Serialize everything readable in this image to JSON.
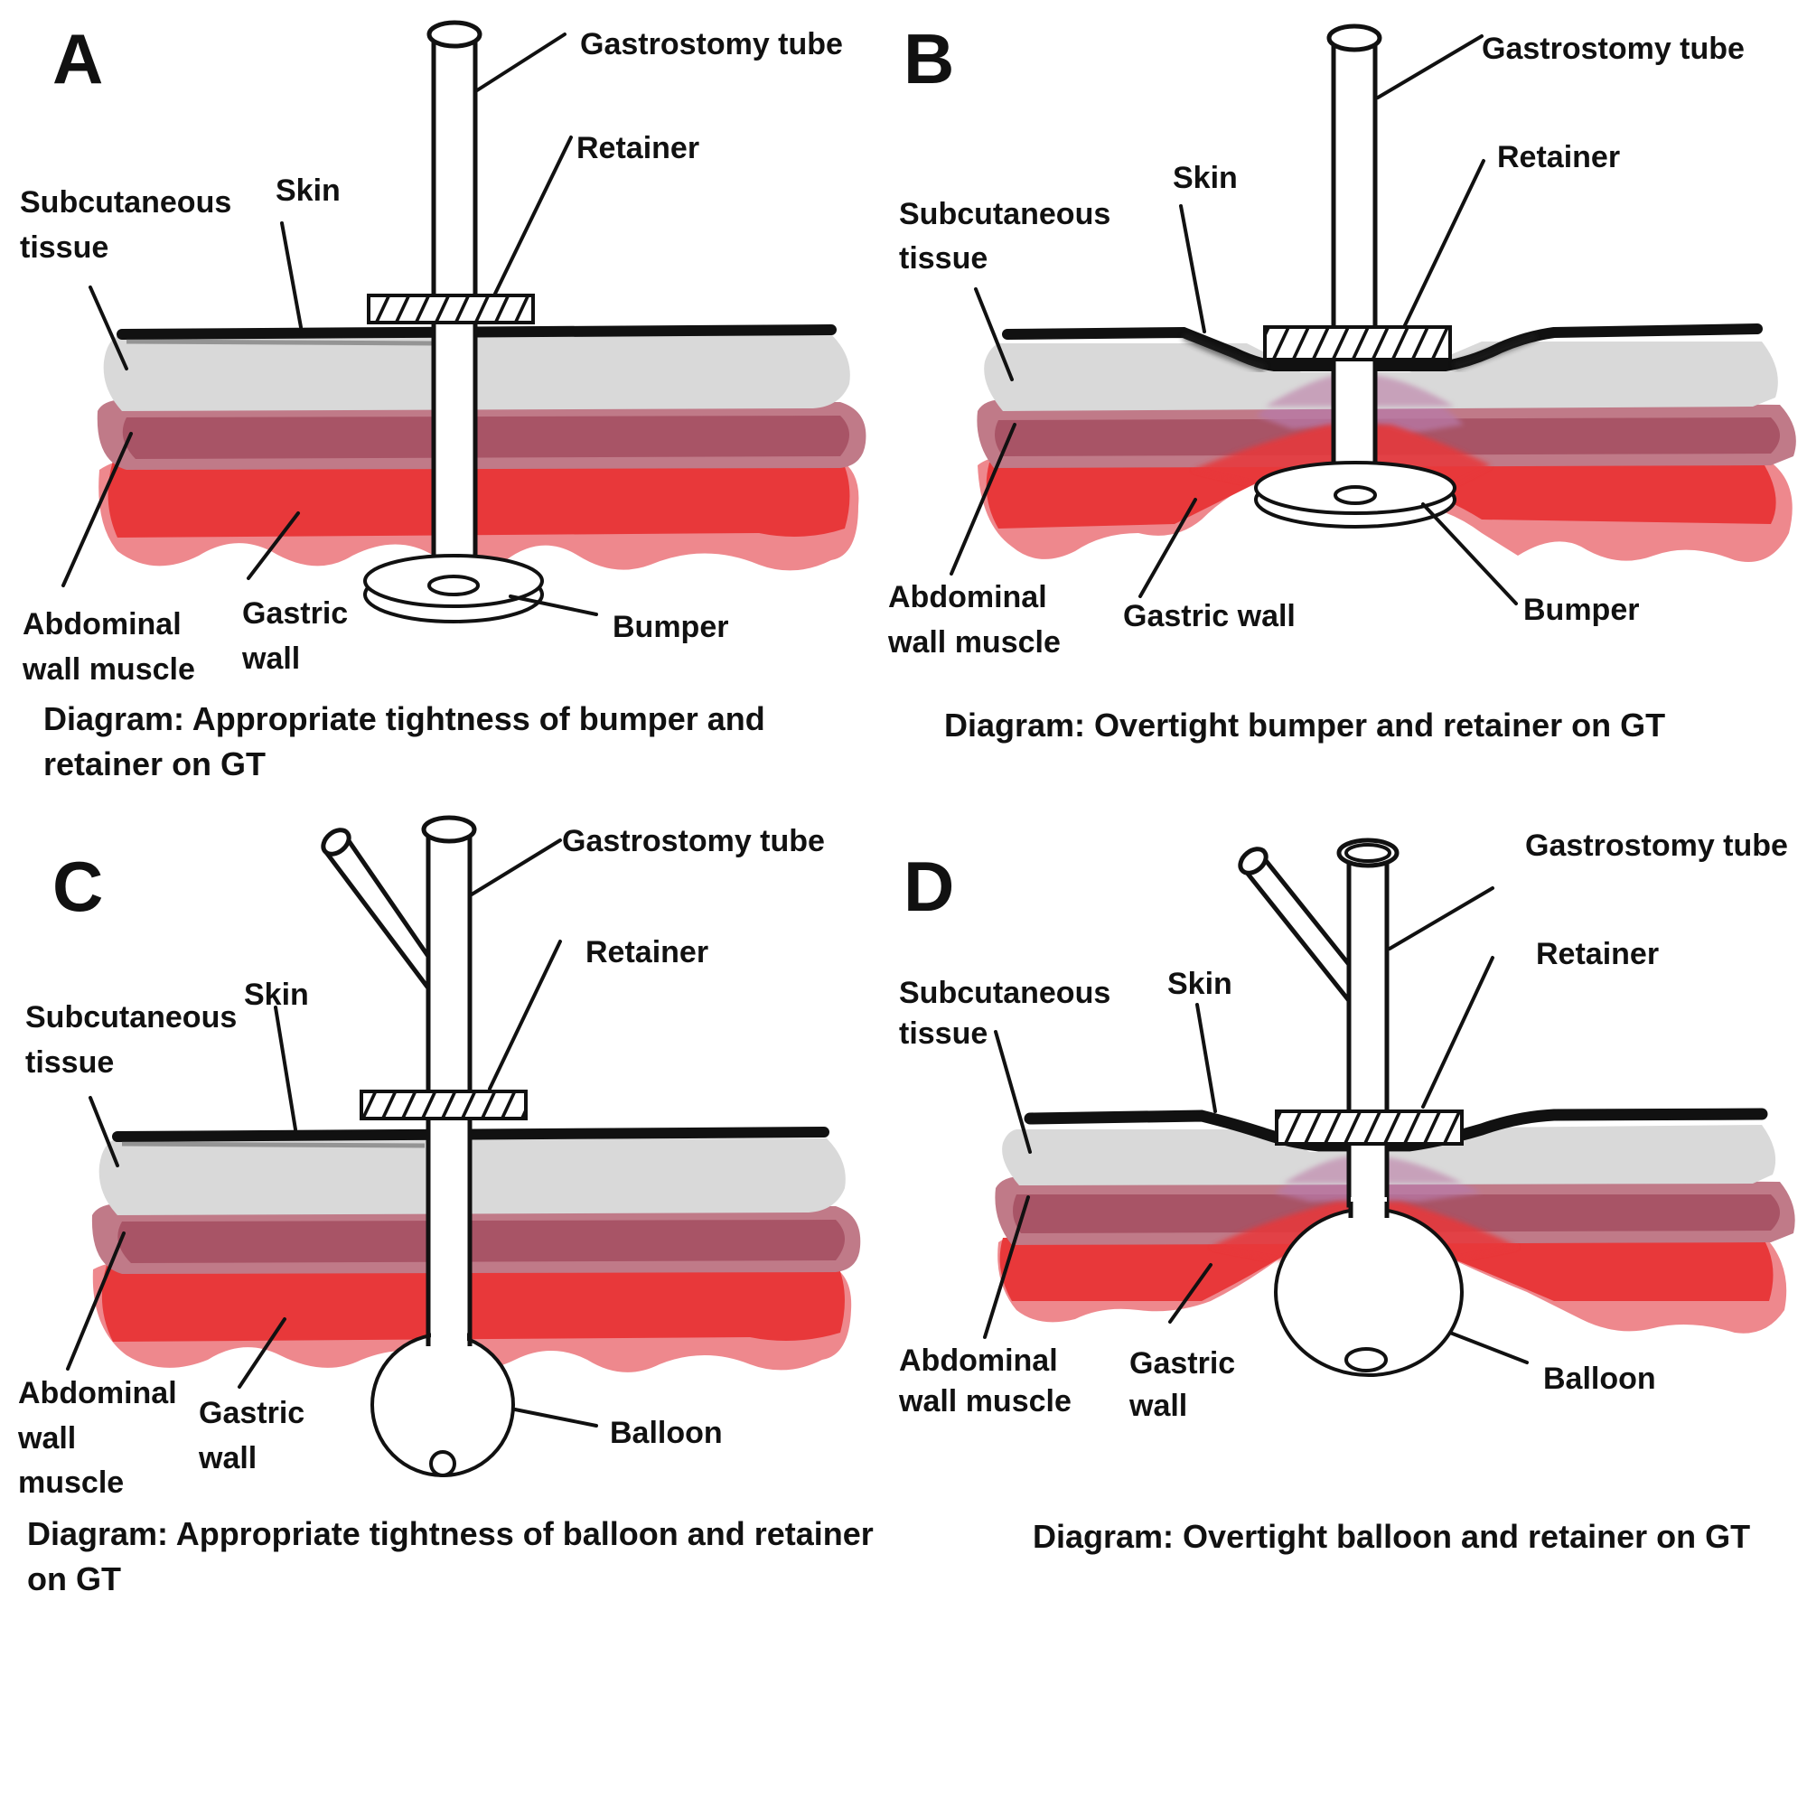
{
  "figure": {
    "colors": {
      "skin": "#111111",
      "subcutaneous": "#d9d9d9",
      "muscle_light": "#c07a88",
      "muscle_dark": "#a85466",
      "gastric": "#e8383a",
      "gastric_light": "#ea6a70",
      "compression": "#b87aa8"
    },
    "panels": [
      {
        "letter": "A",
        "labels": {
          "tube": "Gastrostomy tube",
          "retainer": "Retainer",
          "skin": "Skin",
          "subcutaneous": [
            "Subcutaneous",
            "tissue"
          ],
          "muscle": [
            "Abdominal",
            "wall muscle"
          ],
          "gastric": [
            "Gastric",
            "wall"
          ],
          "device": "Bumper"
        },
        "caption": [
          "Diagram: Appropriate tightness of bumper and",
          "retainer on GT"
        ]
      },
      {
        "letter": "B",
        "labels": {
          "tube": "Gastrostomy tube",
          "retainer": "Retainer",
          "skin": "Skin",
          "subcutaneous": [
            "Subcutaneous",
            "tissue"
          ],
          "muscle": [
            "Abdominal",
            "wall muscle"
          ],
          "gastric": [
            "Gastric wall"
          ],
          "device": "Bumper"
        },
        "caption": [
          "Diagram:  Overtight bumper and retainer on GT"
        ]
      },
      {
        "letter": "C",
        "labels": {
          "tube": "Gastrostomy tube",
          "retainer": "Retainer",
          "skin": "Skin",
          "subcutaneous": [
            "Subcutaneous",
            "tissue"
          ],
          "muscle": [
            "Abdominal",
            "wall",
            "muscle"
          ],
          "gastric": [
            "Gastric",
            "wall"
          ],
          "device": "Balloon"
        },
        "caption": [
          "Diagram: Appropriate tightness of balloon and retainer",
          "on GT"
        ]
      },
      {
        "letter": "D",
        "labels": {
          "tube": "Gastrostomy tube",
          "retainer": "Retainer",
          "skin": "Skin",
          "subcutaneous": [
            "Subcutaneous",
            "tissue"
          ],
          "muscle": [
            "Abdominal",
            "wall muscle"
          ],
          "gastric": [
            "Gastric",
            "wall"
          ],
          "device": "Balloon"
        },
        "caption": [
          "Diagram: Overtight balloon and retainer on GT"
        ]
      }
    ]
  }
}
